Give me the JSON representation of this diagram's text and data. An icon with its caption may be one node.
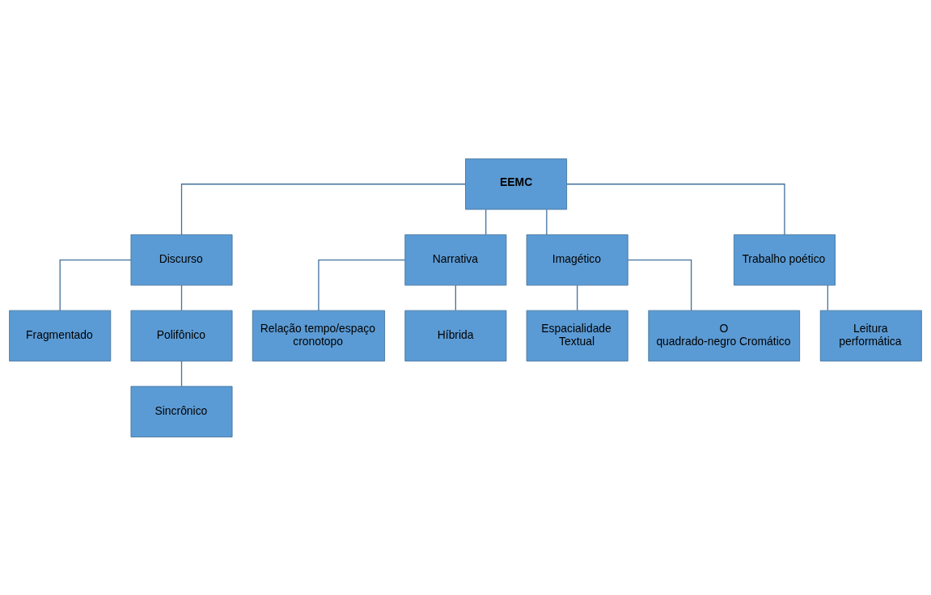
{
  "diagram": {
    "nodes": [
      {
        "text": [
          "EEMC"
        ]
      },
      {
        "text": [
          "Discurso"
        ]
      },
      {
        "text": [
          "Narrativa"
        ]
      },
      {
        "text": [
          "Imagético"
        ]
      },
      {
        "text": [
          "Trabalho poético"
        ]
      },
      {
        "text": [
          "Fragmentado"
        ]
      },
      {
        "text": [
          "Polifônico"
        ]
      },
      {
        "text": [
          "Sincrônico"
        ]
      },
      {
        "text": [
          "Relação tempo/espaço cronotopo"
        ]
      },
      {
        "text": [
          "Híbrida"
        ]
      },
      {
        "text": [
          "Espacialidade Textual"
        ]
      },
      {
        "text": [
          "O quadrado-negro Cromático"
        ]
      },
      {
        "text": [
          "Leitura performática"
        ]
      }
    ],
    "edges": [
      {
        "from": 0,
        "to": 1,
        "arrow": "none"
      },
      {
        "from": 0,
        "to": 2,
        "arrow": "none"
      },
      {
        "from": 0,
        "to": 3,
        "arrow": "none"
      },
      {
        "from": 0,
        "to": 4,
        "arrow": "none"
      },
      {
        "from": 1,
        "to": 5,
        "arrow": "none"
      },
      {
        "from": 1,
        "to": 6,
        "arrow": "none"
      },
      {
        "from": 6,
        "to": 7,
        "arrow": "none"
      },
      {
        "from": 2,
        "to": 8,
        "arrow": "none"
      },
      {
        "from": 2,
        "to": 9,
        "arrow": "none"
      },
      {
        "from": 3,
        "to": 10,
        "arrow": "none"
      },
      {
        "from": 3,
        "to": 11,
        "arrow": "none"
      },
      {
        "from": 4,
        "to": 12,
        "arrow": "none"
      }
    ]
  }
}
